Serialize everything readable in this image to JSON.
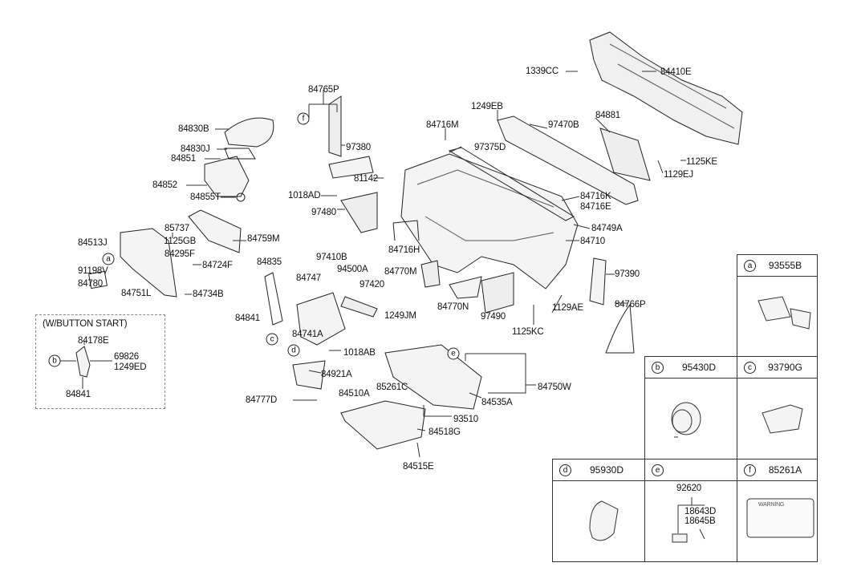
{
  "labels": {
    "p84765P": "84765P",
    "p84830B": "84830B",
    "p84830J": "84830J",
    "p84851": "84851",
    "p84852": "84852",
    "p84855T": "84855T",
    "p85737": "85737",
    "p1125GB": "1125GB",
    "p84759M": "84759M",
    "p84513J": "84513J",
    "p84295F": "84295F",
    "p84724F": "84724F",
    "p91198V": "91198V",
    "p84780": "84780",
    "p84751L": "84751L",
    "p84734B": "84734B",
    "p84835": "84835",
    "p84747": "84747",
    "p97410B": "97410B",
    "p94500A": "94500A",
    "p97420": "97420",
    "p84770M": "84770M",
    "p1249JM": "1249JM",
    "p84841": "84841",
    "p84741A": "84741A",
    "p1018AB": "1018AB",
    "p84921A": "84921A",
    "p84777D": "84777D",
    "p84510A": "84510A",
    "p85261C": "85261C",
    "p84535A": "84535A",
    "p93510": "93510",
    "p84750W": "84750W",
    "p84518G": "84518G",
    "p84515E": "84515E",
    "p97380": "97380",
    "p84716M": "84716M",
    "p81142": "81142",
    "p1018AD": "1018AD",
    "p97480": "97480",
    "p84716H": "84716H",
    "p1249EB": "1249EB",
    "p97470B": "97470B",
    "p97375D": "97375D",
    "p84881": "84881",
    "p1339CC": "1339CC",
    "p84410E": "84410E",
    "p1125KE": "1125KE",
    "p1129EJ": "1129EJ",
    "p84716K": "84716K",
    "p84716E": "84716E",
    "p84749A": "84749A",
    "p84710": "84710",
    "p84770N": "84770N",
    "p97490": "97490",
    "p1125KC": "1125KC",
    "p1129AE": "1129AE",
    "p97390": "97390",
    "p84766P": "84766P"
  },
  "callouts": {
    "a": "a",
    "b": "b",
    "c": "c",
    "d": "d",
    "e": "e",
    "f": "f"
  },
  "inset": {
    "title": "(W/BUTTON START)",
    "p84178E": "84178E",
    "p69826": "69826",
    "p1249ED": "1249ED",
    "p84841": "84841",
    "callout": "b"
  },
  "detail_boxes": {
    "a": {
      "letter": "a",
      "part": "93555B"
    },
    "b": {
      "letter": "b",
      "part": "95430D"
    },
    "c": {
      "letter": "c",
      "part": "93790G"
    },
    "d": {
      "letter": "d",
      "part": "95930D"
    },
    "e": {
      "letter": "e",
      "part": "",
      "p92620": "92620",
      "p18643D": "18643D",
      "p18645B": "18645B"
    },
    "f": {
      "letter": "f",
      "part": "85261A",
      "label_text": "WARNING"
    }
  }
}
